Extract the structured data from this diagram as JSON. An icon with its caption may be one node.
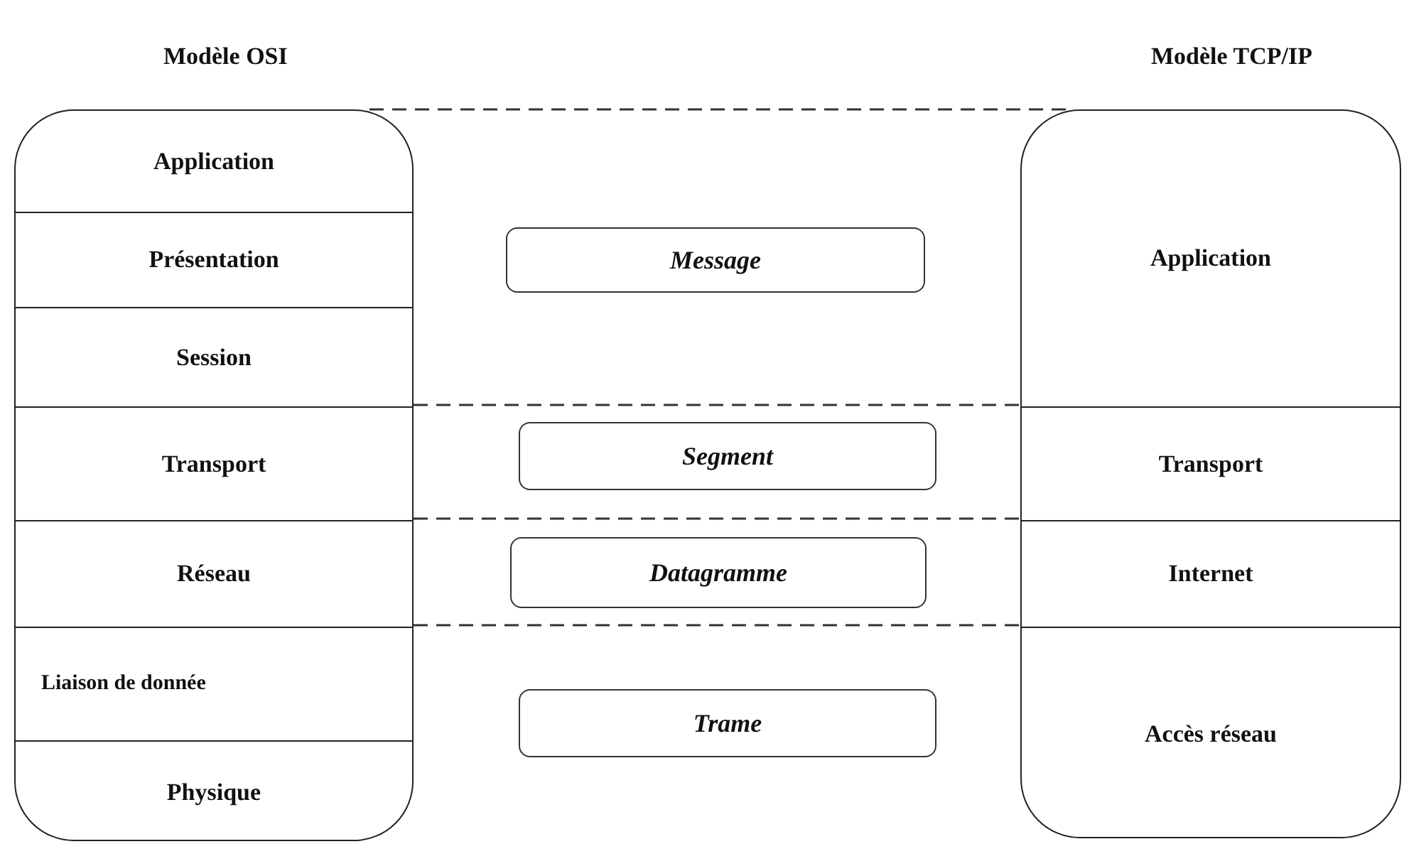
{
  "diagram": {
    "nodes": [
      {
        "text": [],
        "shape": "box"
      },
      {
        "text": [
          "Application"
        ],
        "in": 0
      },
      {
        "text": [
          "Présentation"
        ],
        "in": 0
      },
      {
        "text": [
          "Session"
        ],
        "in": 0
      },
      {
        "text": [
          "Transport"
        ],
        "in": 0
      },
      {
        "text": [
          "Réseau"
        ],
        "in": 0
      },
      {
        "text": [
          "Liaison de donnée"
        ],
        "in": 0
      },
      {
        "text": [
          "Physique"
        ],
        "in": 0
      },
      {
        "text": [
          "Message"
        ]
      },
      {
        "text": [
          "Segment"
        ]
      },
      {
        "text": [
          "Datagramme"
        ]
      },
      {
        "text": [
          "Trame"
        ]
      },
      {
        "text": [],
        "shape": "box"
      },
      {
        "text": [
          "Application"
        ],
        "in": 12
      },
      {
        "text": [
          "Transport"
        ],
        "in": 12
      },
      {
        "text": [
          "Internet"
        ],
        "in": 12
      },
      {
        "text": [
          "Accès réseau"
        ],
        "in": 12
      }
    ],
    "edges": [],
    "labels": [
      "Modèle OSI",
      "Modèle TCP/IP"
    ]
  }
}
